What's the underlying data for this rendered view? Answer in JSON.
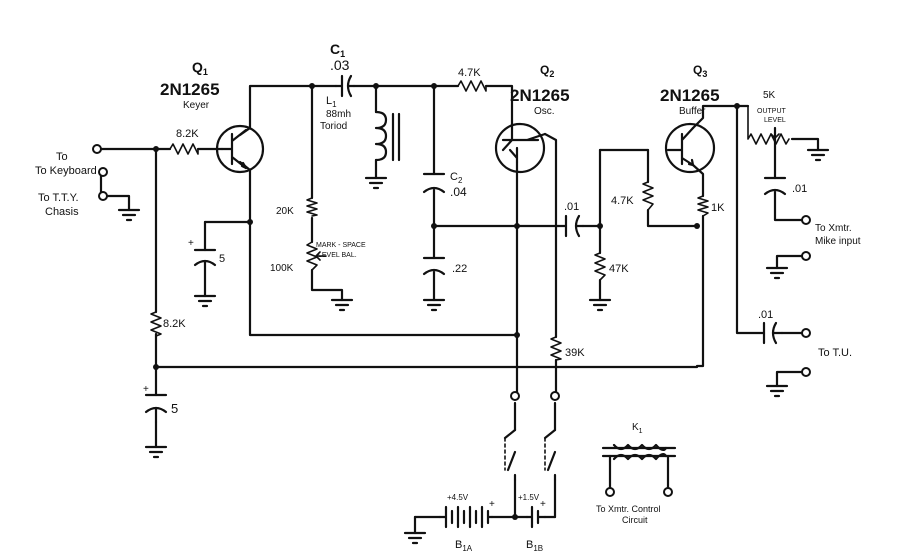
{
  "q1": {
    "ref": "Q",
    "sub": "1",
    "type": "2N1265",
    "role": "Keyer"
  },
  "q2": {
    "ref": "Q",
    "sub": "2",
    "type": "2N1265",
    "role": "Osc."
  },
  "q3": {
    "ref": "Q",
    "sub": "3",
    "type": "2N1265",
    "role": "Buffer"
  },
  "c1": {
    "ref": "C",
    "sub": "1",
    "value": ".03"
  },
  "c2": {
    "ref": "C",
    "sub": "2",
    "value": ".04"
  },
  "l1": {
    "ref": "L",
    "sub": "1",
    "value": "88mh",
    "desc": "Toriod"
  },
  "r_keyer": "8.2K",
  "r_bias": "8.2K",
  "r_osc_base": "4.7K",
  "r_mark": "20K",
  "pot_mark": "100K",
  "mark_space": {
    "line1": "MARK - SPACE",
    "line2": "LEVEL BAL."
  },
  "cap_keyer": "5",
  "cap_bottom": "5",
  "cap_22": ".22",
  "cap_couple": ".01",
  "r_47k": "47K",
  "r_buffer_base": "4.7K",
  "r_buffer_emitter": "1K",
  "r_39k": "39K",
  "pot_output": {
    "value": "5K",
    "line1": "OUTPUT",
    "line2": "LEVEL"
  },
  "cap_mike": ".01",
  "cap_tu": ".01",
  "label_keyboard": "To Keyboard",
  "label_tty": "To T.T.Y.",
  "label_chassis": "Chasis",
  "label_mike_line1": "To Xmtr.",
  "label_mike_line2": "Mike input",
  "label_tu": "To T.U.",
  "bat_a": {
    "voltage": "+4.5V",
    "ref": "B",
    "sub": "1A"
  },
  "bat_b": {
    "voltage": "+1.5V",
    "ref": "B",
    "sub": "1B"
  },
  "relay": {
    "ref": "K",
    "sub": "1",
    "line1": "To Xmtr. Control",
    "line2": "Circuit"
  }
}
